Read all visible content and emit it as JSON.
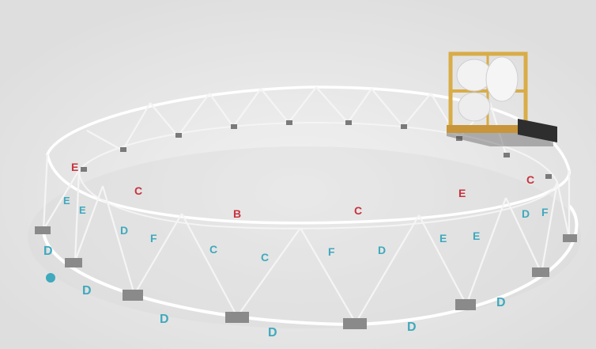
{
  "labels": {
    "red": [
      "E",
      "C",
      "B",
      "C",
      "E",
      "C"
    ],
    "teal": [
      "E",
      "E",
      "D",
      "F",
      "C",
      "C",
      "F",
      "D",
      "E",
      "E",
      "D",
      "F",
      "D",
      "D",
      "D",
      "D",
      "D",
      "D"
    ]
  },
  "colors": {
    "red": "#c8323e",
    "teal": "#3fa9bd",
    "frame": "#f7f7f7",
    "crate_wood": "#d8ac47",
    "base_plate": "#8a8a8a"
  },
  "icons": {
    "marker": "teal-dot-marker",
    "crate": "packing-crate-icon"
  }
}
